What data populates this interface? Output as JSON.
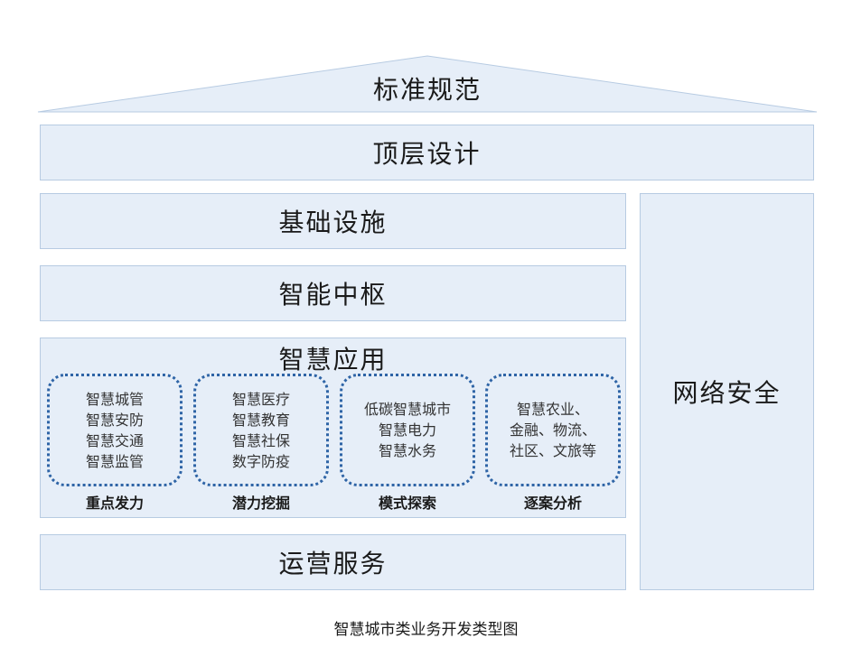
{
  "roof": {
    "label": "标准规范"
  },
  "layers": {
    "top_design": "顶层设计",
    "infrastructure": "基础设施",
    "hub": "智能中枢",
    "operations": "运营服务",
    "security": "网络安全"
  },
  "applications": {
    "title": "智慧应用",
    "groups": [
      {
        "items": [
          "智慧城管",
          "智慧安防",
          "智慧交通",
          "智慧监管"
        ],
        "caption": "重点发力"
      },
      {
        "items": [
          "智慧医疗",
          "智慧教育",
          "智慧社保",
          "数字防疫"
        ],
        "caption": "潜力挖掘"
      },
      {
        "items": [
          "低碳智慧城市",
          "智慧电力",
          "智慧水务"
        ],
        "caption": "模式探索"
      },
      {
        "items": [
          "智慧农业、",
          "金融、物流、",
          "社区、文旅等"
        ],
        "caption": "逐案分析"
      }
    ]
  },
  "caption": "智慧城市类业务开发类型图",
  "colors": {
    "band_fill": "#e6eef8",
    "band_border": "#b7cbe2",
    "dotted_border": "#2e64a6"
  }
}
